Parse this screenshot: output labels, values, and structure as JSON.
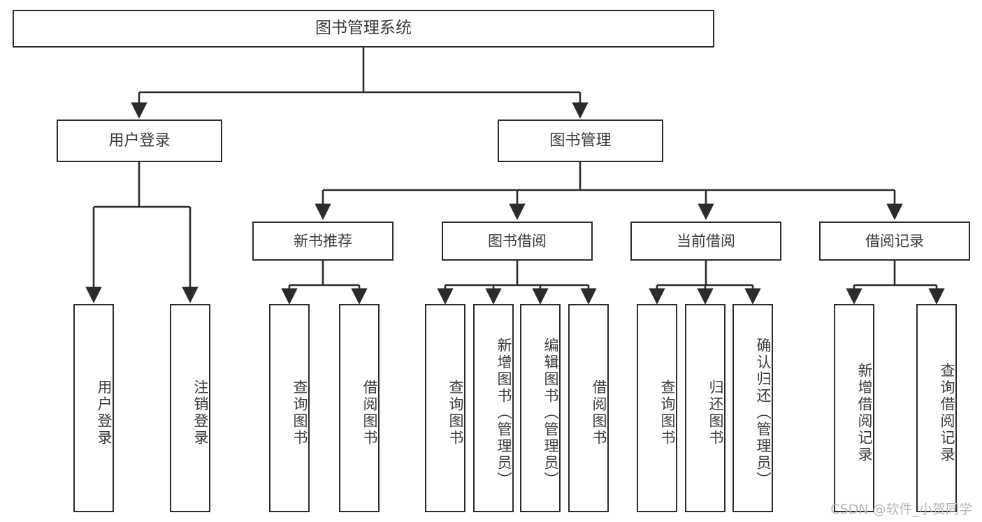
{
  "diagram": {
    "title": "图书管理系统",
    "type": "tree",
    "stroke_color": "#2b2b2b",
    "text_color": "#3a3a3a",
    "background_color": "#ffffff",
    "nodes": {
      "root": {
        "label": "图书管理系统"
      },
      "level2": [
        {
          "id": "user-login",
          "label": "用户登录"
        },
        {
          "id": "book-manage",
          "label": "图书管理"
        }
      ],
      "level3": [
        {
          "id": "new-book-rec",
          "label": "新书推荐"
        },
        {
          "id": "book-borrow",
          "label": "图书借阅"
        },
        {
          "id": "current-borrow",
          "label": "当前借阅"
        },
        {
          "id": "borrow-record",
          "label": "借阅记录"
        }
      ],
      "leaves": [
        {
          "id": "leaf-user-login",
          "parent": "user-login",
          "label": "用户登录"
        },
        {
          "id": "leaf-logout",
          "parent": "user-login",
          "label": "注销登录"
        },
        {
          "id": "leaf-query-book-1",
          "parent": "new-book-rec",
          "label": "查询图书"
        },
        {
          "id": "leaf-borrow-book-1",
          "parent": "new-book-rec",
          "label": "借阅图书"
        },
        {
          "id": "leaf-query-book-2",
          "parent": "book-borrow",
          "label": "查询图书"
        },
        {
          "id": "leaf-add-book",
          "parent": "book-borrow",
          "label": "新增图书（管理员）"
        },
        {
          "id": "leaf-edit-book",
          "parent": "book-borrow",
          "label": "编辑图书（管理员）"
        },
        {
          "id": "leaf-borrow-book-2",
          "parent": "book-borrow",
          "label": "借阅图书"
        },
        {
          "id": "leaf-query-book-3",
          "parent": "current-borrow",
          "label": "查询图书"
        },
        {
          "id": "leaf-return-book",
          "parent": "current-borrow",
          "label": "归还图书"
        },
        {
          "id": "leaf-confirm-return",
          "parent": "current-borrow",
          "label": "确认归还（管理员）"
        },
        {
          "id": "leaf-add-record",
          "parent": "borrow-record",
          "label": "新增借阅记录"
        },
        {
          "id": "leaf-query-record",
          "parent": "borrow-record",
          "label": "查询借阅记录"
        }
      ]
    },
    "watermark": "CSDN @软件_小贺同学"
  }
}
